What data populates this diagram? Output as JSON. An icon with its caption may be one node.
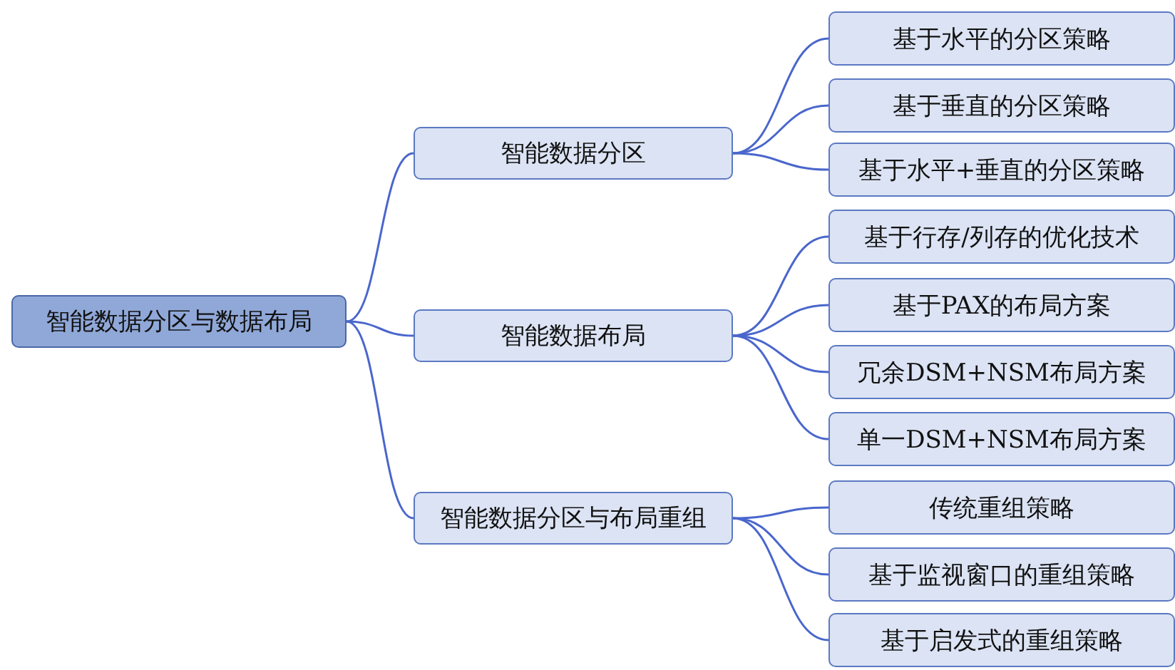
{
  "diagram": {
    "nodes": [
      {
        "text": [
          "智能数据分区与数据布局"
        ]
      },
      {
        "text": [
          "智能数据分区"
        ]
      },
      {
        "text": [
          "基于水平的分区策略"
        ]
      },
      {
        "text": [
          "基于垂直的分区策略"
        ]
      },
      {
        "text": [
          "基于水平+垂直的分区策略"
        ]
      },
      {
        "text": [
          "智能数据布局"
        ]
      },
      {
        "text": [
          "基于行存/列存的优化技术"
        ]
      },
      {
        "text": [
          "基于PAX的布局方案"
        ]
      },
      {
        "text": [
          "冗余DSM+NSM布局方案"
        ]
      },
      {
        "text": [
          "单一DSM+NSM布局方案"
        ]
      },
      {
        "text": [
          "智能数据分区与布局重组"
        ]
      },
      {
        "text": [
          "传统重组策略"
        ]
      },
      {
        "text": [
          "基于监视窗口的重组策略"
        ]
      },
      {
        "text": [
          "基于启发式的重组策略"
        ]
      }
    ],
    "edges": [
      {
        "from": 0,
        "to": 1,
        "arrow": "none"
      },
      {
        "from": 0,
        "to": 5,
        "arrow": "none"
      },
      {
        "from": 0,
        "to": 10,
        "arrow": "none"
      },
      {
        "from": 1,
        "to": 2,
        "arrow": "none"
      },
      {
        "from": 1,
        "to": 3,
        "arrow": "none"
      },
      {
        "from": 1,
        "to": 4,
        "arrow": "none"
      },
      {
        "from": 5,
        "to": 6,
        "arrow": "none"
      },
      {
        "from": 5,
        "to": 7,
        "arrow": "none"
      },
      {
        "from": 5,
        "to": 8,
        "arrow": "none"
      },
      {
        "from": 5,
        "to": 9,
        "arrow": "none"
      },
      {
        "from": 10,
        "to": 11,
        "arrow": "none"
      },
      {
        "from": 10,
        "to": 12,
        "arrow": "none"
      },
      {
        "from": 10,
        "to": 13,
        "arrow": "none"
      }
    ]
  }
}
